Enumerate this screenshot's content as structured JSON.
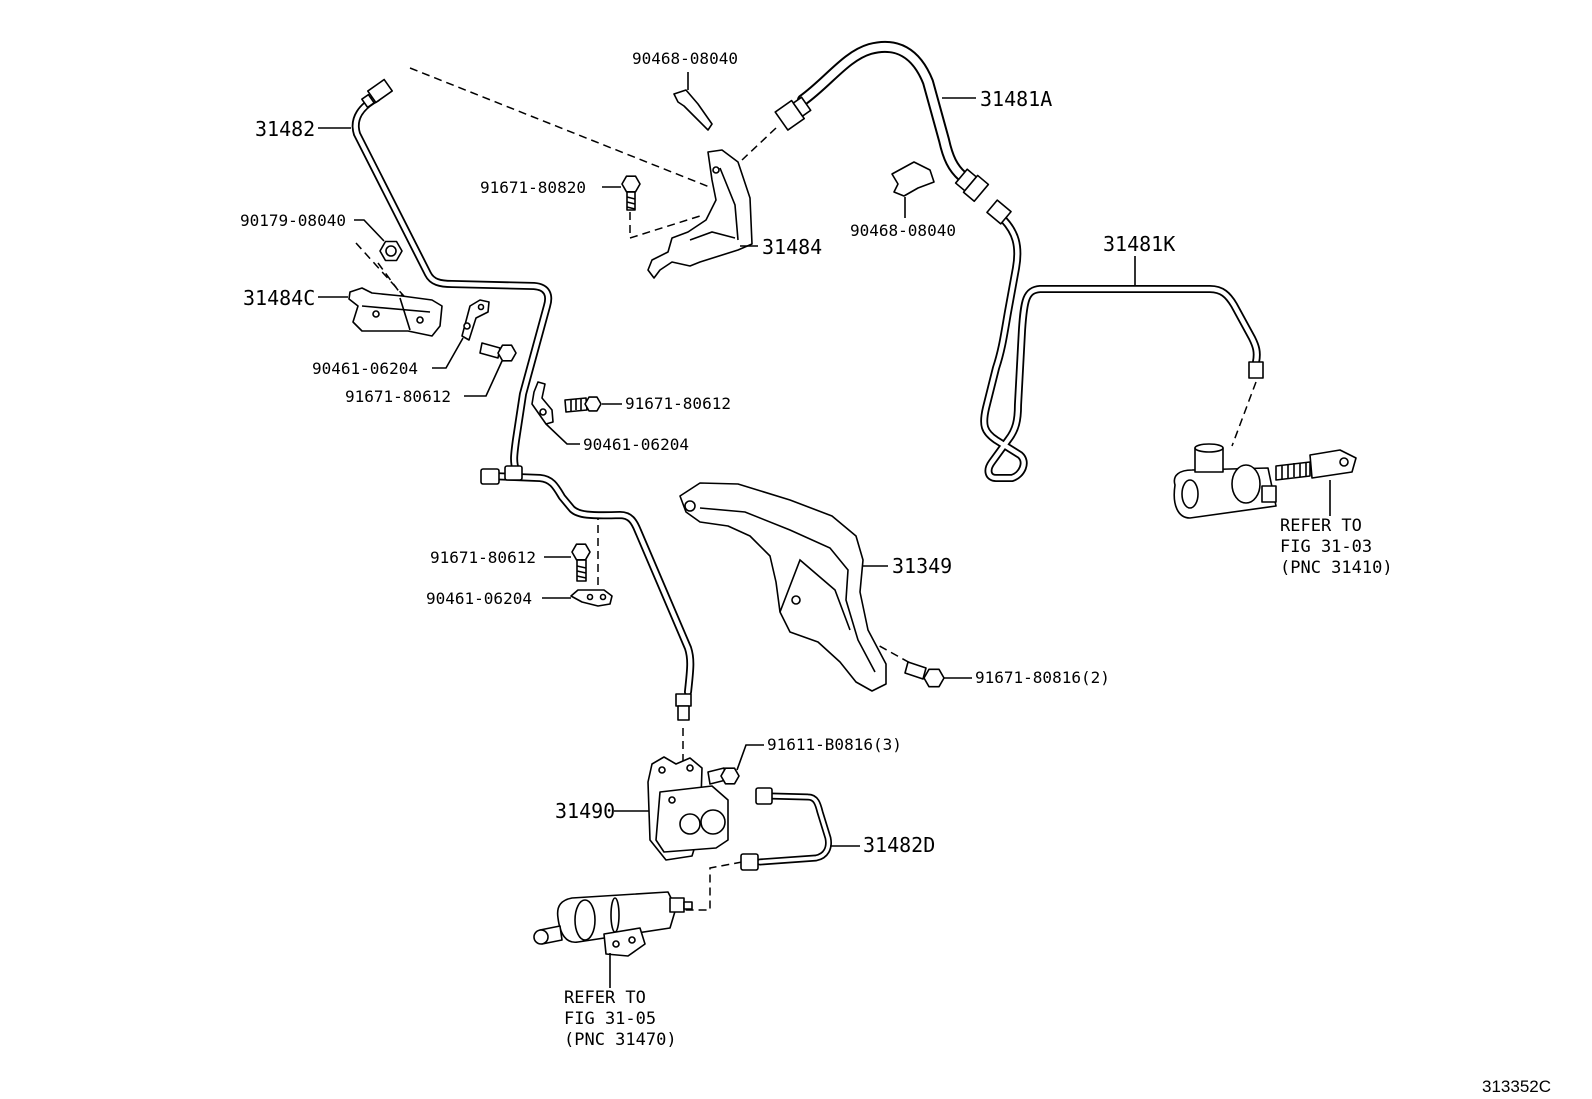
{
  "labels": {
    "clip_top": "90468-08040",
    "tube_31481A": "31481A",
    "tube_31482": "31482",
    "bolt_80820": "91671-80820",
    "nut_90179": "90179-08040",
    "clip_right": "90468-08040",
    "bracket_31484": "31484",
    "tube_31481K": "31481K",
    "bracket_31484C": "31484C",
    "clamp_left_upper": "90461-06204",
    "bolt_left_upper": "91671-80612",
    "bolt_mid": "91671-80612",
    "clamp_mid": "90461-06204",
    "bolt_lower": "91671-80612",
    "cover_31349": "31349",
    "clamp_lower": "90461-06204",
    "bolt_80816": "91671-80816(2)",
    "bolt_B0816": "91611-B0816(3)",
    "housing_31490": "31490",
    "tube_31482D": "31482D",
    "figure_code": "313352C"
  },
  "references": {
    "master_cylinder": {
      "line1": "REFER TO",
      "line2": "FIG 31-03",
      "line3": "(PNC 31410)"
    },
    "release_cylinder": {
      "line1": "REFER TO",
      "line2": "FIG 31-05",
      "line3": "(PNC 31470)"
    }
  }
}
